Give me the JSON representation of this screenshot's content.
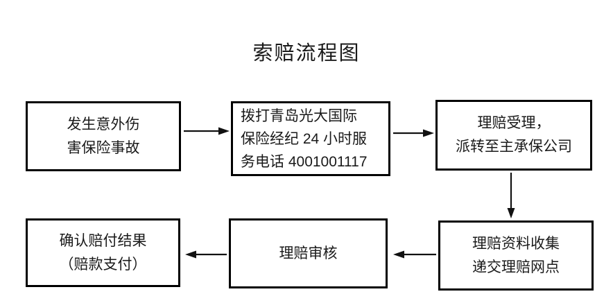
{
  "title": "索赔流程图",
  "flowchart": {
    "colors": {
      "background": "#ffffff",
      "node_border": "#000000",
      "text": "#1a1a1a",
      "arrow": "#111111"
    },
    "nodes": [
      {
        "id": "incident",
        "lines": [
          "发生意外伤",
          "害保险事故"
        ]
      },
      {
        "id": "hotline",
        "lines": [
          "拨打青岛光大国际",
          "保险经纪 24 小时服",
          "务电话 4001001117"
        ]
      },
      {
        "id": "acceptance",
        "lines": [
          "理赔受理，",
          "派转至主承保公司"
        ]
      },
      {
        "id": "confirm-payment",
        "lines": [
          "确认赔付结果",
          "（赔款支付）"
        ]
      },
      {
        "id": "review",
        "lines": [
          "理赔审核"
        ]
      },
      {
        "id": "materials",
        "lines": [
          "理赔资料收集",
          "递交理赔网点"
        ]
      }
    ],
    "edges": [
      {
        "from": "incident",
        "to": "hotline",
        "direction": "right"
      },
      {
        "from": "hotline",
        "to": "acceptance",
        "direction": "right"
      },
      {
        "from": "acceptance",
        "to": "materials",
        "direction": "down"
      },
      {
        "from": "materials",
        "to": "review",
        "direction": "left"
      },
      {
        "from": "review",
        "to": "confirm-payment",
        "direction": "left"
      }
    ]
  }
}
